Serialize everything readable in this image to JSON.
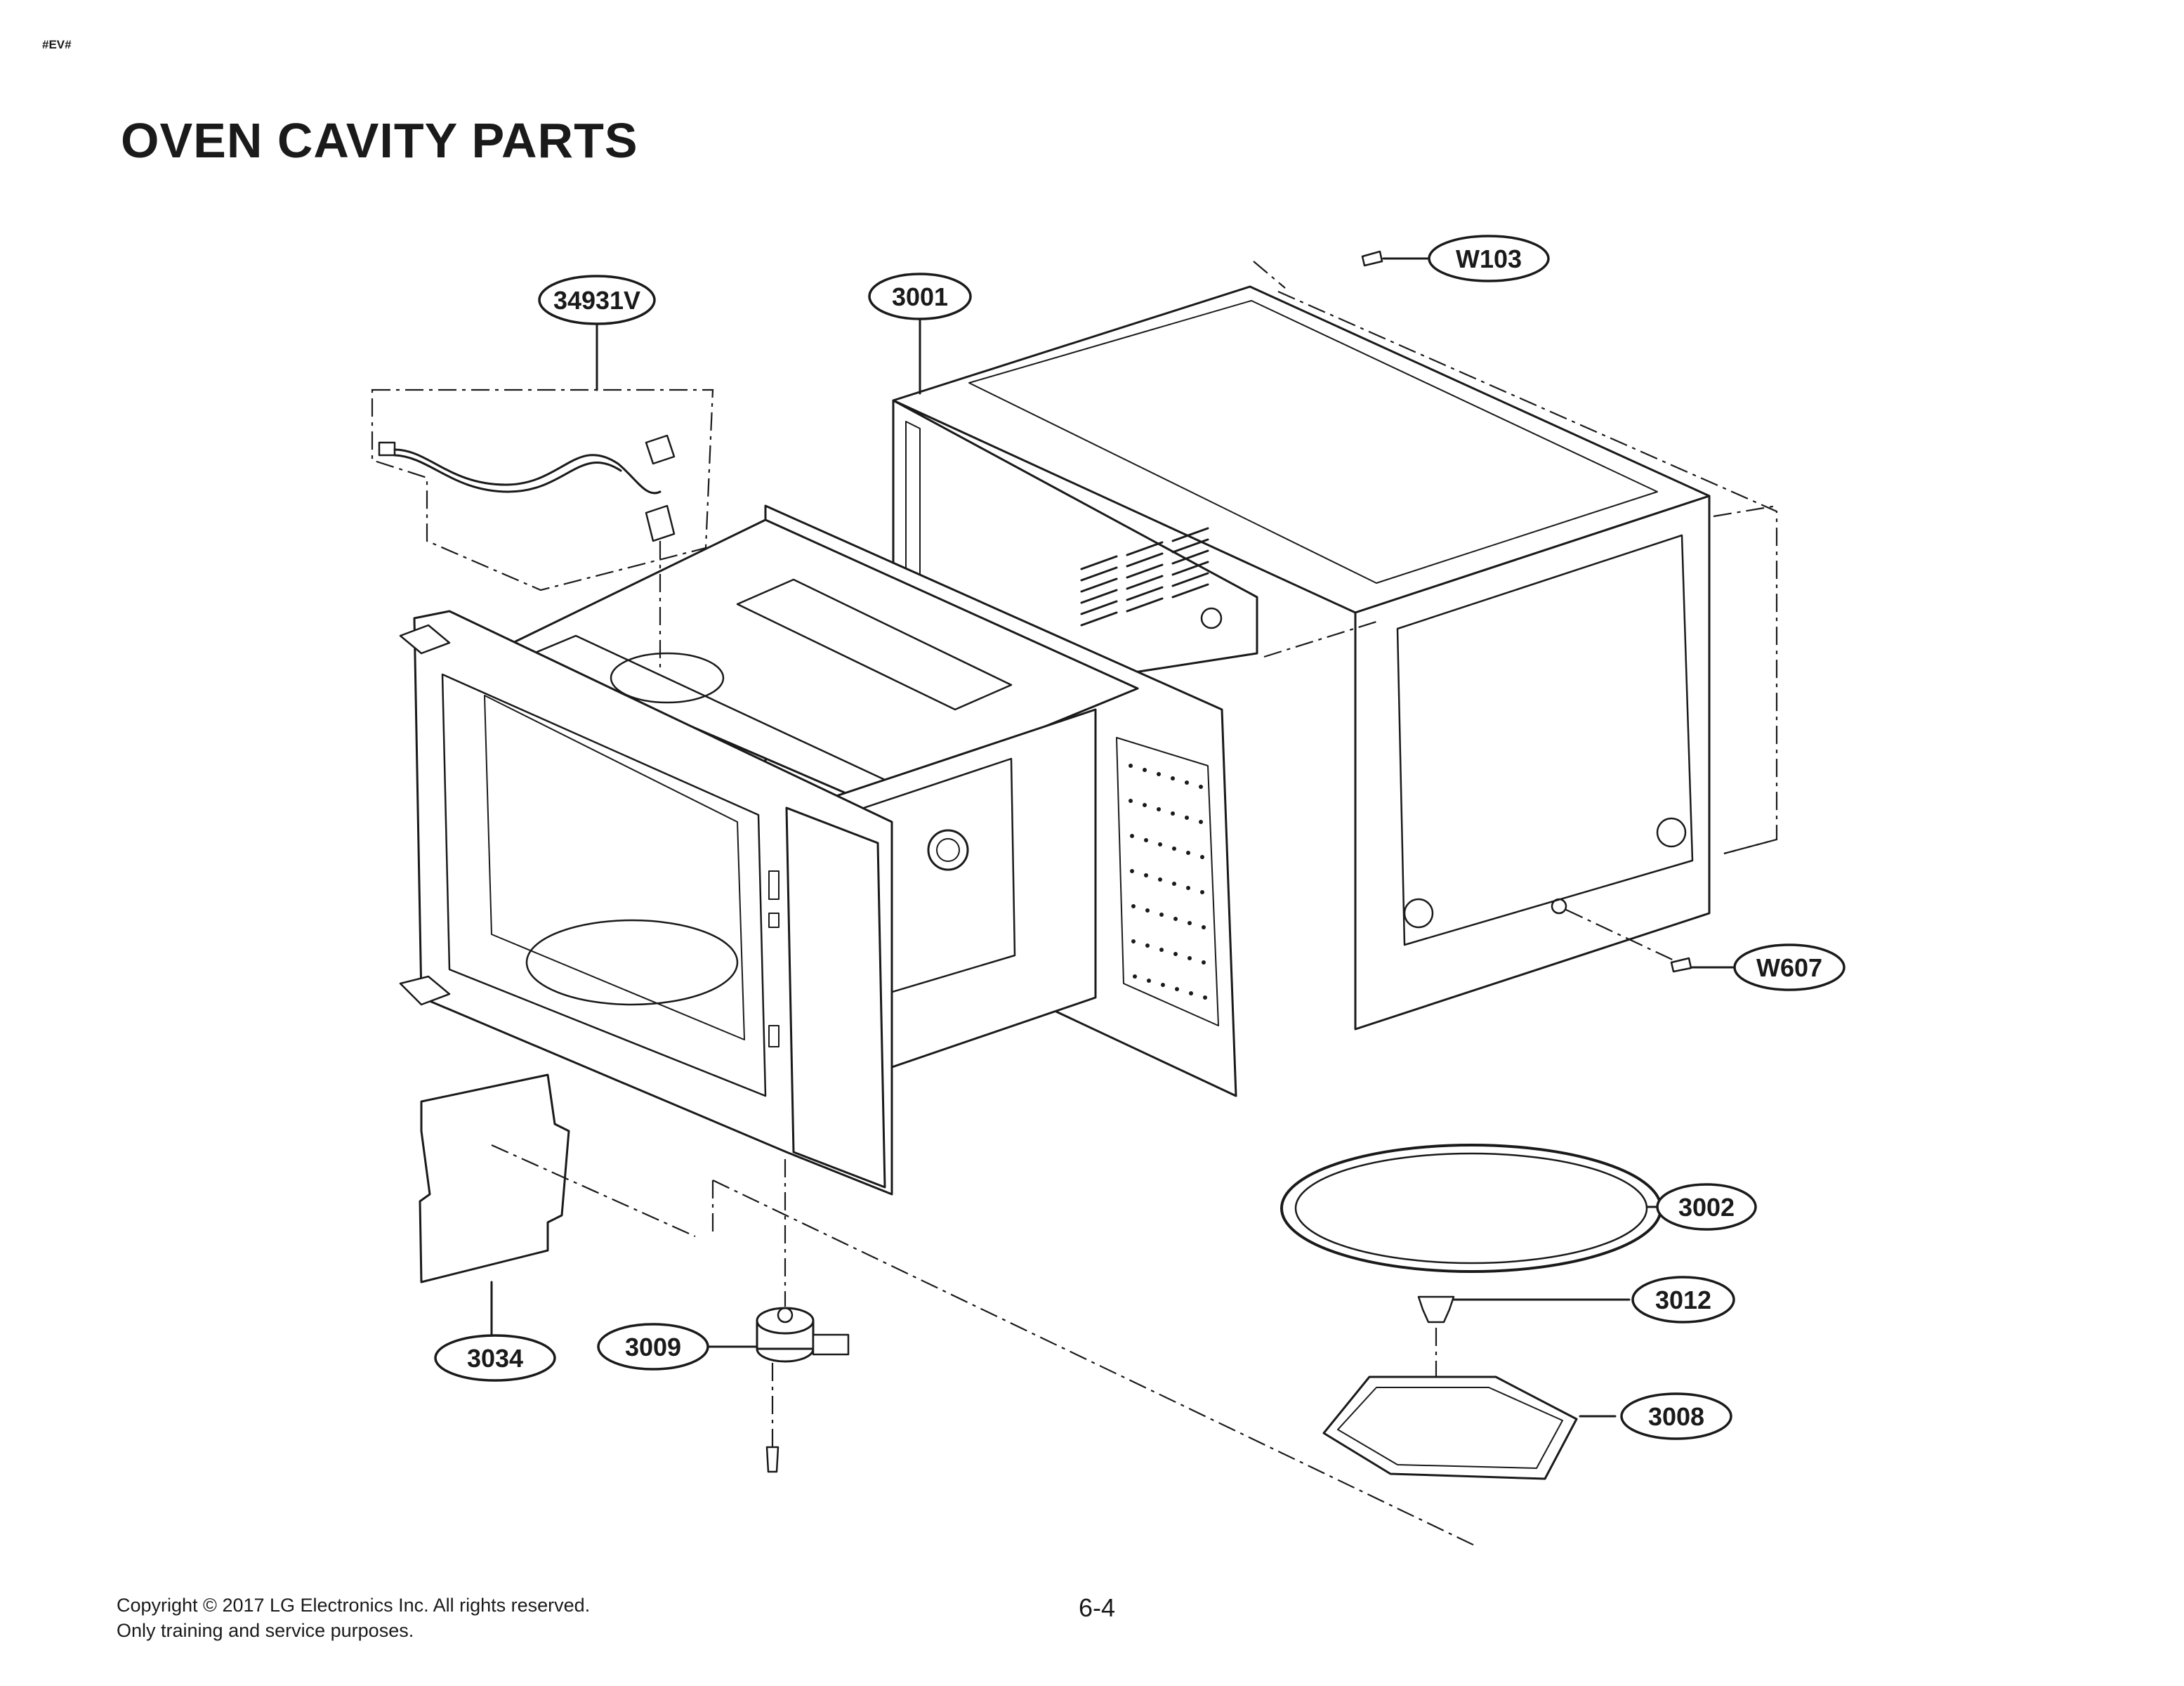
{
  "header": {
    "tag": "#EV#",
    "title": "OVEN CAVITY PARTS"
  },
  "callouts": [
    {
      "id": "34931V",
      "label": "34931V"
    },
    {
      "id": "3001",
      "label": "3001"
    },
    {
      "id": "W103",
      "label": "W103"
    },
    {
      "id": "W607",
      "label": "W607"
    },
    {
      "id": "3002",
      "label": "3002"
    },
    {
      "id": "3012",
      "label": "3012"
    },
    {
      "id": "3008",
      "label": "3008"
    },
    {
      "id": "3034",
      "label": "3034"
    },
    {
      "id": "3009",
      "label": "3009"
    }
  ],
  "footer": {
    "copyright": "Copyright © 2017 LG Electronics Inc. All rights reserved.",
    "note": "Only training and service purposes.",
    "page_number": "6-4"
  }
}
